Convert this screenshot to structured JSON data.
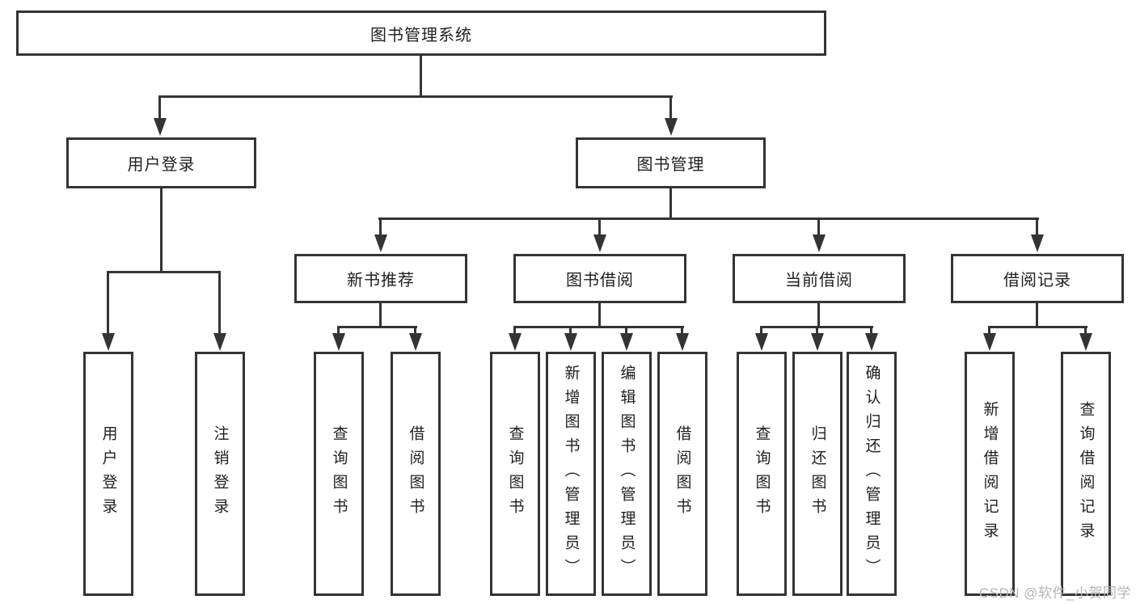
{
  "colors": {
    "line": "#343434",
    "text": "#212121",
    "box-bg": "#ffffff",
    "watermark": "#b4b4ba"
  },
  "watermark": "CSDN @软件_小贺同学",
  "tree": {
    "label": "图书管理系统",
    "children": [
      {
        "label": "用户登录",
        "children": [
          {
            "label": "用户登录"
          },
          {
            "label": "注销登录"
          }
        ]
      },
      {
        "label": "图书管理",
        "children": [
          {
            "label": "新书推荐",
            "children": [
              {
                "label": "查询图书"
              },
              {
                "label": "借阅图书"
              }
            ]
          },
          {
            "label": "图书借阅",
            "children": [
              {
                "label": "查询图书"
              },
              {
                "label": "新增图书（管理员）"
              },
              {
                "label": "编辑图书（管理员）"
              },
              {
                "label": "借阅图书"
              }
            ]
          },
          {
            "label": "当前借阅",
            "children": [
              {
                "label": "查询图书"
              },
              {
                "label": "归还图书"
              },
              {
                "label": "确认归还（管理员）"
              }
            ]
          },
          {
            "label": "借阅记录",
            "children": [
              {
                "label": "新增借阅记录"
              },
              {
                "label": "查询借阅记录"
              }
            ]
          }
        ]
      }
    ]
  }
}
